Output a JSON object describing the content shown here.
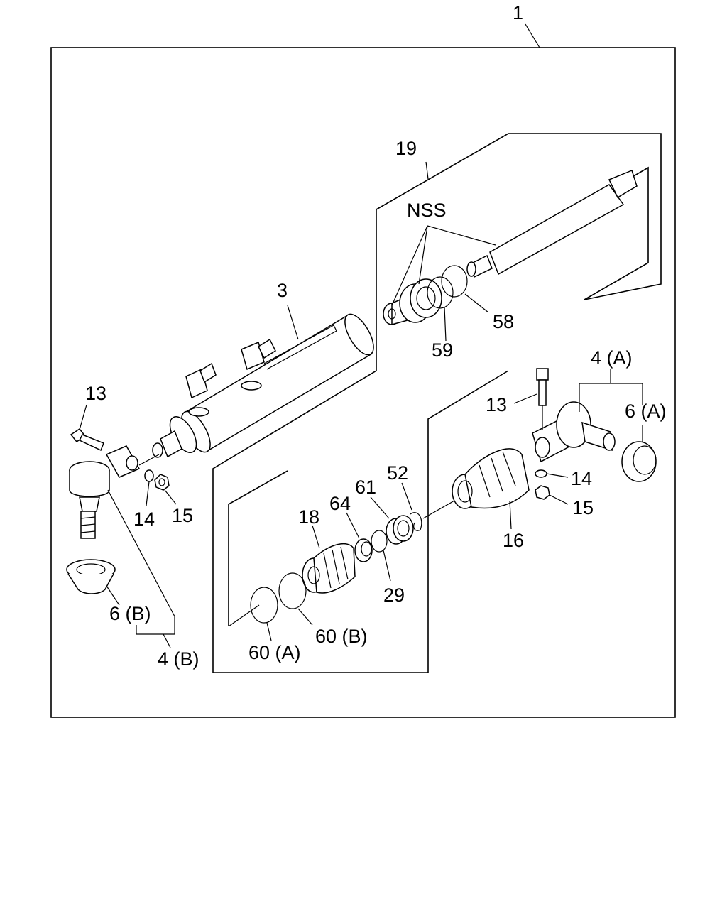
{
  "diagram": {
    "labels": {
      "assembly": "1",
      "rack_group": "19",
      "nss": "NSS",
      "cylinder": "3",
      "seal_58": "58",
      "seal_59": "59",
      "end_4a": "4 (A)",
      "boot_6a": "6 (A)",
      "bolt_left": "13",
      "bolt_right": "13",
      "washer_left": "14",
      "washer_right": "14",
      "nut_left": "15",
      "nut_right": "15",
      "bellows_16": "16",
      "bellows_18": "18",
      "ring_64": "64",
      "bearing_61": "61",
      "clip_52": "52",
      "washer_29": "29",
      "oring_60a": "60 (A)",
      "oring_60b": "60 (B)",
      "boot_6b": "6 (B)",
      "end_4b": "4 (B)"
    }
  }
}
